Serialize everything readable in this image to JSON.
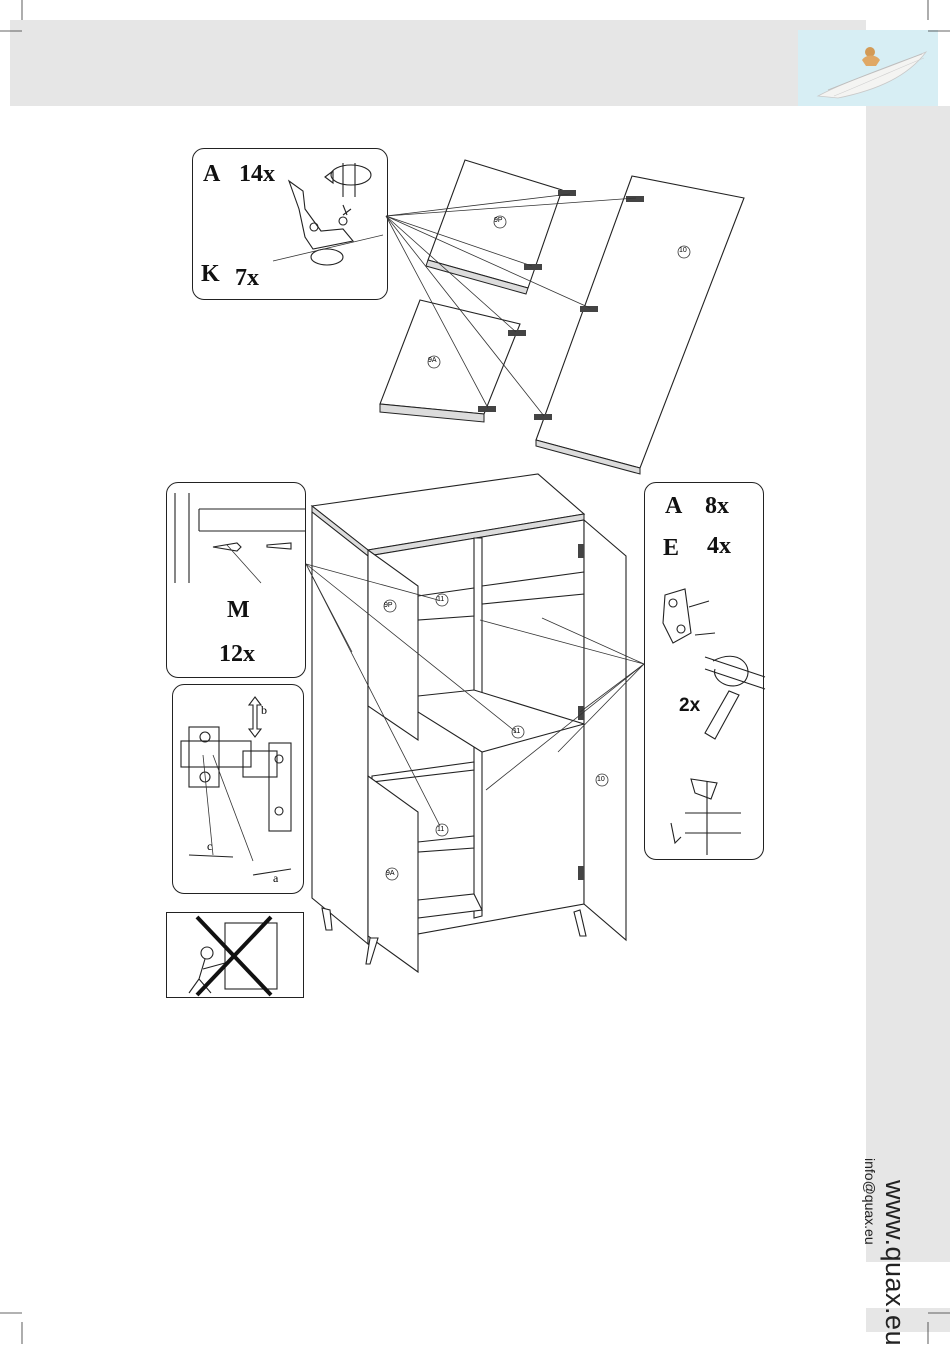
{
  "sidebar": {
    "website": "www.quax.eu",
    "email": "info@quax.eu"
  },
  "step_top": {
    "callout": {
      "line1_letter": "A",
      "line1_qty": "14x",
      "line2_letter": "K",
      "line2_qty": "7x"
    },
    "part_labels": [
      "9P",
      "10",
      "9A"
    ]
  },
  "step_main": {
    "left_callout": {
      "letter": "M",
      "qty": "12x"
    },
    "hinge_callout": {
      "labels": [
        "b",
        "c",
        "a"
      ]
    },
    "right_callout": {
      "line1_letter": "A",
      "line1_qty": "8x",
      "line2_letter": "E",
      "line2_qty": "4x",
      "sub_qty": "2x"
    },
    "part_labels": [
      "9P",
      "11",
      "11",
      "11",
      "9A",
      "10"
    ]
  },
  "icons": [
    "screwdriver-rotate-icon",
    "hinge-plate-icon",
    "hinge-adjust-icon",
    "no-single-person-lift-icon",
    "cabinet-leg-icon"
  ]
}
